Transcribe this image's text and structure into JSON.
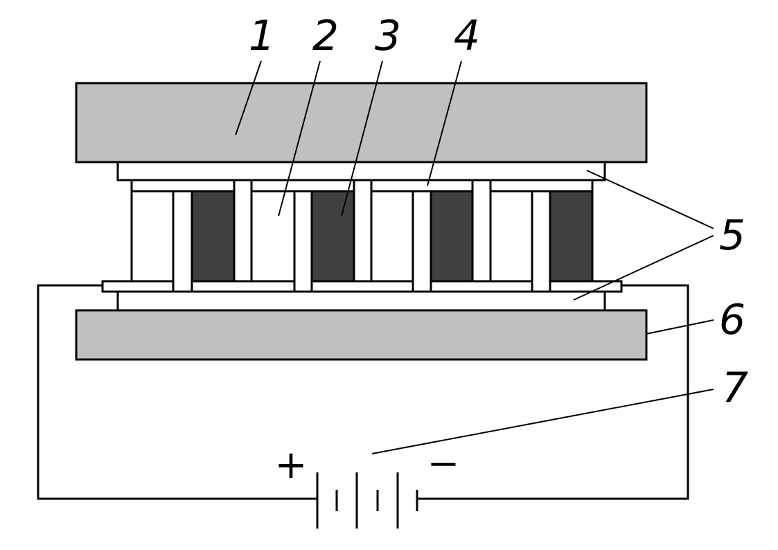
{
  "labels": {
    "one": "1",
    "two": "2",
    "three": "3",
    "four": "4",
    "five": "5",
    "six": "6",
    "seven": "7"
  },
  "battery": {
    "plus": "+",
    "minus": "−"
  },
  "colors": {
    "plate": "#c0c0c0",
    "dark_element": "#404040",
    "light_element": "#ffffff",
    "stroke": "#000000"
  }
}
